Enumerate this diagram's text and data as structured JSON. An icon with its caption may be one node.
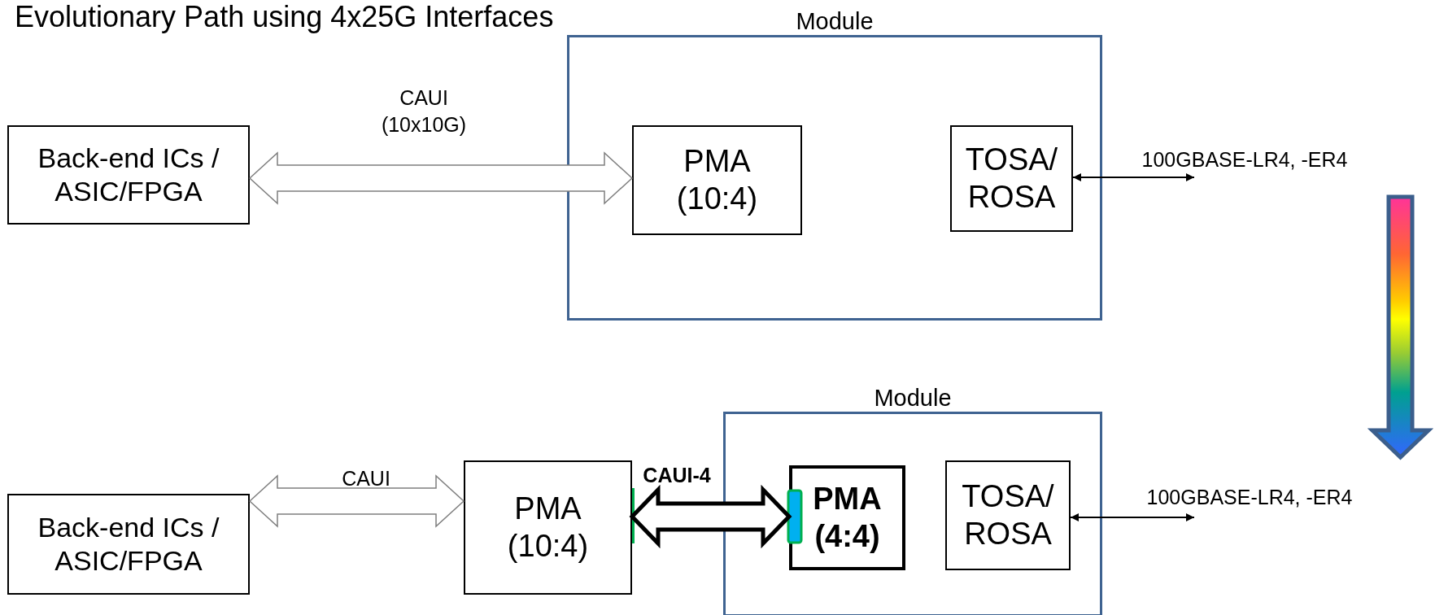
{
  "diagram": {
    "title": "Evolutionary Path using 4x25G Interfaces",
    "nodes": [
      {
        "text": [
          "Module"
        ]
      },
      {
        "text": [
          "Back-end ICs / ASIC/FPGA"
        ]
      },
      {
        "text": [
          "PMA (10:4)"
        ],
        "in": 0
      },
      {
        "text": [
          "TOSA/ ROSA"
        ],
        "in": 0
      },
      {
        "text": [
          "Module"
        ]
      },
      {
        "text": [
          "Back-end ICs / ASIC/FPGA"
        ]
      },
      {
        "text": [
          "PMA (10:4)"
        ]
      },
      {
        "text": [
          "PMA (4:4)"
        ],
        "in": 4
      },
      {
        "text": [
          "TOSA/ ROSA"
        ],
        "in": 4
      }
    ],
    "edges": [
      {
        "from": 1,
        "to": 2,
        "arrow": "both",
        "label": "CAUI (10x10G)"
      },
      {
        "from": 3,
        "to": null,
        "arrow": "both",
        "label": "100GBASE-LR4, -ER4"
      },
      {
        "from": 5,
        "to": 6,
        "arrow": "both",
        "label": "CAUI"
      },
      {
        "from": 6,
        "to": 7,
        "arrow": "both",
        "label": "CAUI-4",
        "style": "thick"
      },
      {
        "from": 8,
        "to": null,
        "arrow": "both",
        "label": "100GBASE-LR4, -ER4"
      }
    ]
  }
}
